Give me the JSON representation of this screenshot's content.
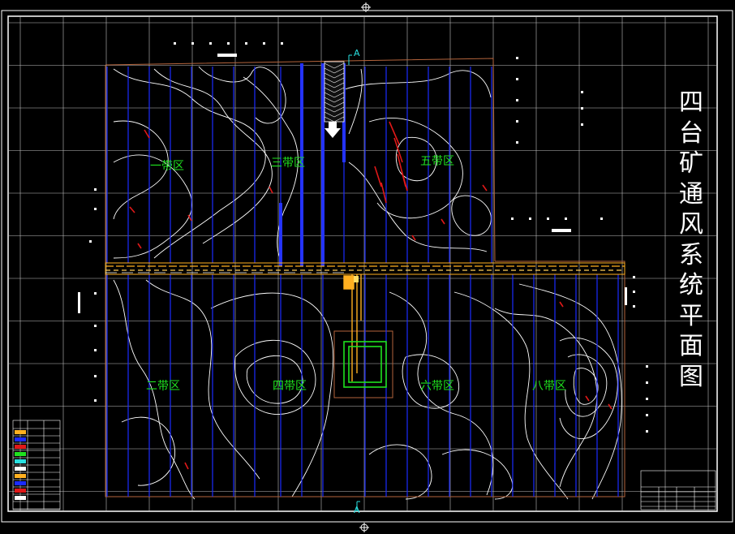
{
  "title": "四台矿通风系统平面图",
  "title_chars": [
    "四",
    "台",
    "矿",
    "通",
    "风",
    "系",
    "统",
    "平",
    "面",
    "图"
  ],
  "zones": [
    {
      "id": "zone-1",
      "label": "一带区"
    },
    {
      "id": "zone-2",
      "label": "二带区"
    },
    {
      "id": "zone-3",
      "label": "三带区"
    },
    {
      "id": "zone-4",
      "label": "四带区"
    },
    {
      "id": "zone-5",
      "label": "五带区"
    },
    {
      "id": "zone-6",
      "label": "六带区"
    },
    {
      "id": "zone-8",
      "label": "八带区"
    }
  ],
  "section_marks": {
    "top": "A",
    "bottom": "A"
  },
  "colors": {
    "background": "#000000",
    "frame": "#ffffff",
    "grid": "#bfbfbf",
    "contour": "#ffffff",
    "airway_blue": "#1b2bff",
    "belt_orange": "#ffb020",
    "zone_label": "#1fe21f",
    "boundary": "#b4643c",
    "fault_red": "#e01818",
    "section_cyan": "#29e0e0"
  }
}
